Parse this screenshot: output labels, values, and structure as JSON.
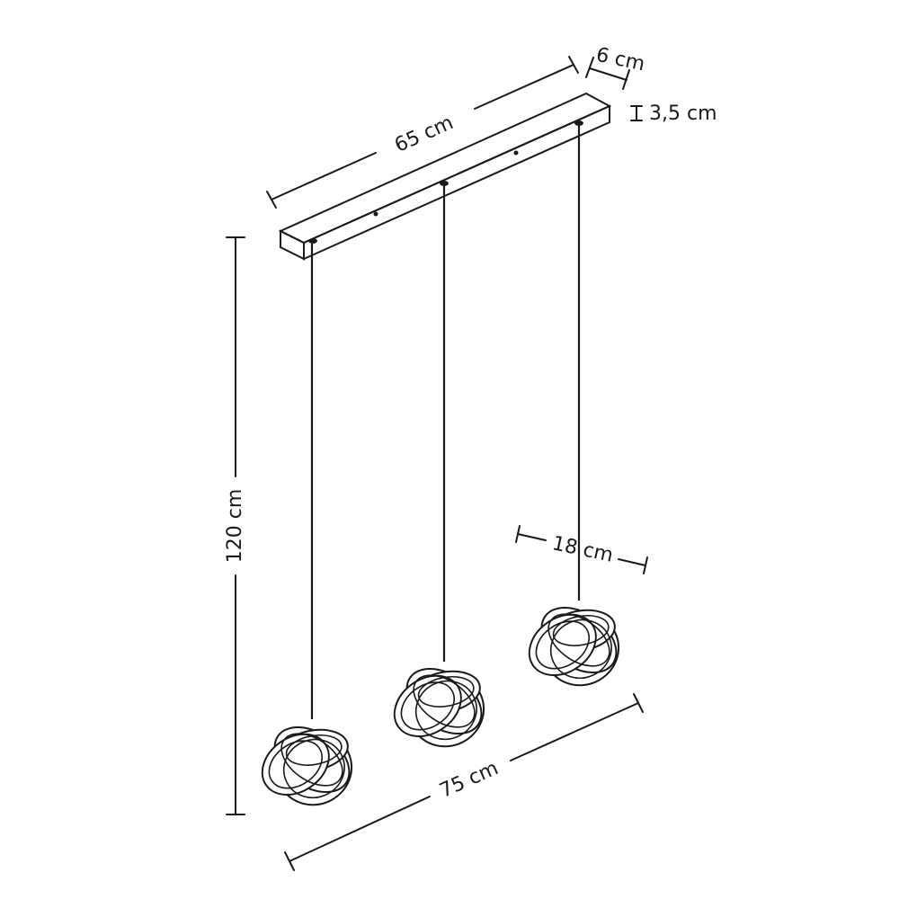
{
  "diagram": {
    "dimensions": {
      "canopy_length": "65 cm",
      "canopy_depth": "6 cm",
      "canopy_height": "3,5 cm",
      "drop_height": "120 cm",
      "shade_diameter": "18 cm",
      "total_width": "75 cm"
    },
    "pendant_count": 3,
    "line_color": "#1a1a1a",
    "background_color": "#ffffff"
  }
}
